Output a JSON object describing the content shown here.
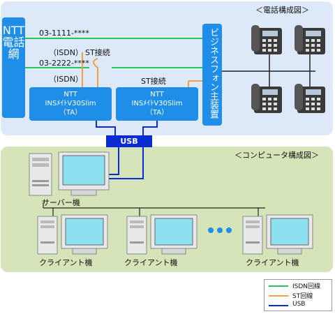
{
  "phone_section": {
    "title": "＜電話構成図＞",
    "ntt_network": "NTT電話網",
    "business_phone": "ビジネスフォン主装置",
    "line1_number": "03-1111-****",
    "line1_type": "（ISDN）",
    "line2_number": "03-2222-****",
    "line2_type": "（ISDN）",
    "st_label_1": "ST接続",
    "st_label_2": "ST接続",
    "ta1": {
      "line1": "NTT",
      "line2": "INSﾒｲﾄV30Slim",
      "line3": "（TA）"
    },
    "ta2": {
      "line1": "NTT",
      "line2": "INSﾒｲﾄV30Slim",
      "line3": "（TA）"
    },
    "usb_label": "USB"
  },
  "pc_section": {
    "title": "＜コンピュータ構成図＞",
    "server_label": "サーバー機",
    "client_labels": [
      "クライアント機",
      "クライアント機",
      "クライアント機"
    ]
  },
  "legend": {
    "items": [
      {
        "label": "ISDN回線",
        "color": "#22c55e"
      },
      {
        "label": "ST回線",
        "color": "#f5a040"
      },
      {
        "label": "USB",
        "color": "#0a2ad2"
      }
    ]
  },
  "colors": {
    "isdn": "#22c55e",
    "st": "#f5a040",
    "usb": "#0a2ad2",
    "bus": "#222222",
    "device_blue": "#1e8ee8"
  },
  "icons": {
    "phone": "desk-phone-icon",
    "server": "tower-pc-icon",
    "monitor": "crt-monitor-icon"
  }
}
